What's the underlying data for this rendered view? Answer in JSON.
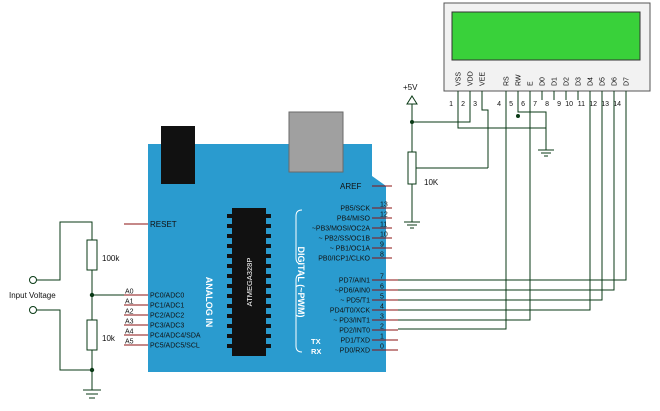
{
  "lcd": {
    "pin_labels": [
      "VSS",
      "VDD",
      "VEE",
      "RS",
      "RW",
      "E",
      "D0",
      "D1",
      "D2",
      "D3",
      "D4",
      "D5",
      "D6",
      "D7"
    ],
    "pin_numbers": [
      "1",
      "2",
      "3",
      "4",
      "5",
      "6",
      "7",
      "8",
      "9",
      "10",
      "11",
      "12",
      "13",
      "14"
    ]
  },
  "power": {
    "label": "+5V"
  },
  "pot": {
    "label": "10K"
  },
  "divider": {
    "r_top": "100k",
    "r_bottom": "10k",
    "input_label": "Input Voltage"
  },
  "arduino": {
    "reset_label": "RESET",
    "aref_label": "AREF",
    "chip_label": "ATMEGA328P",
    "analog_title": "ANALOG IN",
    "digital_title": "DIGITAL (~PWM)",
    "tx": "TX",
    "rx": "RX",
    "analog_pins": [
      {
        "ext": "A0",
        "name": "PC0/ADC0"
      },
      {
        "ext": "A1",
        "name": "PC1/ADC1"
      },
      {
        "ext": "A2",
        "name": "PC2/ADC2"
      },
      {
        "ext": "A3",
        "name": "PC3/ADC3"
      },
      {
        "ext": "A4",
        "name": "PC4/ADC4/SDA"
      },
      {
        "ext": "A5",
        "name": "PC5/ADC5/SCL"
      }
    ],
    "digital_top_pins": [
      {
        "name": "PB5/SCK",
        "num": "13"
      },
      {
        "name": "PB4/MISO",
        "num": "12"
      },
      {
        "name": "~PB3/MOSI/OC2A",
        "num": "11"
      },
      {
        "name": "~ PB2/SS/OC1B",
        "num": "10"
      },
      {
        "name": "~ PB1/OC1A",
        "num": "9"
      },
      {
        "name": "PB0/ICP1/CLKO",
        "num": "8"
      }
    ],
    "digital_bottom_pins": [
      {
        "name": "PD7/AIN1",
        "num": "7"
      },
      {
        "name": "~PD6/AIN0",
        "num": "6"
      },
      {
        "name": "~ PD5/T1",
        "num": "5"
      },
      {
        "name": "PD4/T0/XCK",
        "num": "4"
      },
      {
        "name": "~ PD3/INT1",
        "num": "3"
      },
      {
        "name": "PD2/INT0",
        "num": "2"
      },
      {
        "name": "PD1/TXD",
        "num": "1"
      },
      {
        "name": "PD0/RXD",
        "num": "0"
      }
    ]
  },
  "colors": {
    "board": "#2a9bcf",
    "lcd_screen": "#39d13a",
    "wire": "#0a3a16",
    "pin_red": "#8b1010"
  }
}
